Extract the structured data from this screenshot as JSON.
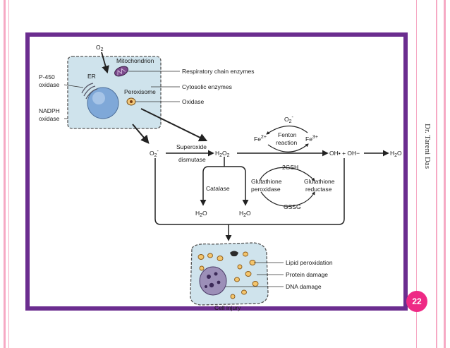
{
  "author": "Dr. Tareni Das",
  "page_number": "22",
  "colors": {
    "frame": "#6b2d8f",
    "badge": "#ee2a85",
    "stripe": "#f6a9c4",
    "cell_fill": "#cfe3ec"
  },
  "cell_labels": {
    "o2": "O",
    "o2_sub": "2",
    "mitochondrion": "Mitochondrion",
    "er": "ER",
    "peroxisome": "Peroxisome",
    "p450_line1": "P-450",
    "p450_line2": "oxidase",
    "nadph_line1": "NADPH",
    "nadph_line2": "oxidase",
    "respiratory": "Respiratory chain enzymes",
    "cytosolic": "Cytosolic enzymes",
    "oxidase": "Oxidase"
  },
  "pathway": {
    "superoxide_base": "O",
    "superoxide_sub": "2",
    "superoxide_sup": "-",
    "sod_line1": "Superoxide",
    "sod_line2": "dismutase",
    "h2o2_h": "H",
    "h2o2_sub1": "2",
    "h2o2_o": "O",
    "h2o2_sub2": "2",
    "fenton_o2": "O",
    "fenton_o2_sub": "2",
    "fenton_o2_sup": "-",
    "fe2": "Fe",
    "fe2_sup": "2+",
    "fe3": "Fe",
    "fe3_sup": "3+",
    "fenton_line1": "Fenton",
    "fenton_line2": "reaction",
    "hydroxyl": "OH• + OH−",
    "water_h": "H",
    "water_sub": "2",
    "water_o": "O",
    "catalase": "Catalase",
    "gsh": "2GSH",
    "gpx_line1": "Glutathione",
    "gpx_line2": "peroxidase",
    "gr_line1": "Glutathione",
    "gr_line2": "reductase",
    "gssg": "GSSG"
  },
  "injury": {
    "lipid": "Lipid peroxidation",
    "protein": "Protein damage",
    "dna": "DNA damage",
    "cell_injury": "Cell injury"
  }
}
